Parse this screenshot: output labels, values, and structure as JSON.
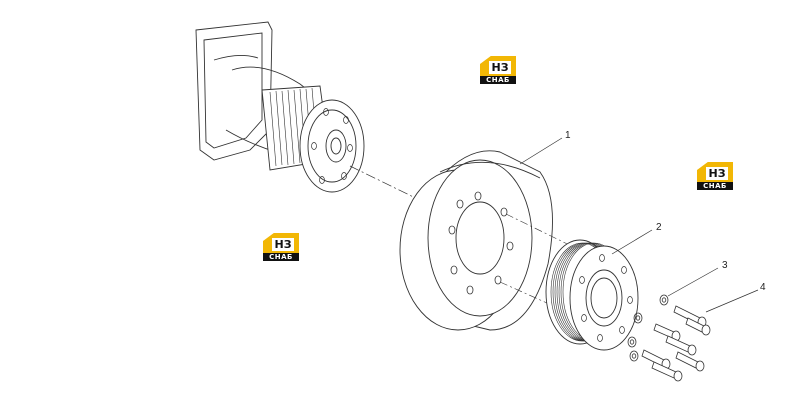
{
  "diagram": {
    "callouts": [
      "1",
      "2",
      "3",
      "4"
    ]
  },
  "watermark": {
    "mark": "НЗ",
    "word": "СНАБ",
    "colors": {
      "yellow": "#f2b705",
      "black": "#111111"
    }
  }
}
